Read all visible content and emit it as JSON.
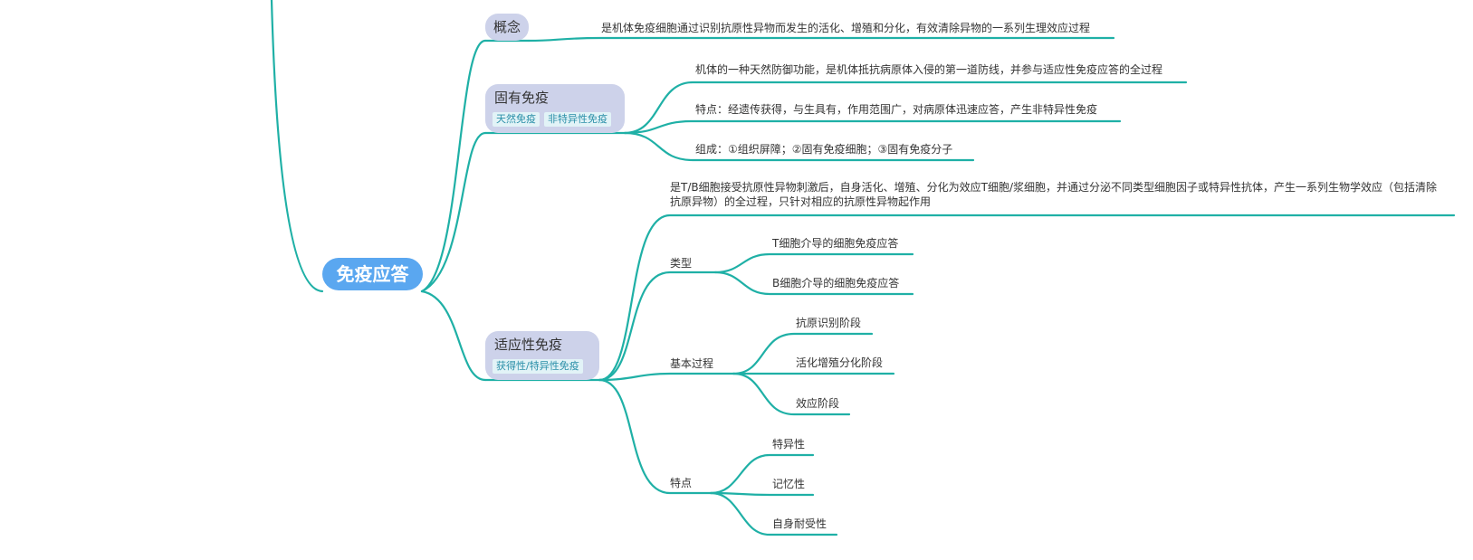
{
  "root": {
    "label": "免疫应答"
  },
  "concept": {
    "label": "概念",
    "text": "是机体免疫细胞通过识别抗原性异物而发生的活化、增殖和分化，有效清除异物的一系列生理效应过程"
  },
  "innate": {
    "label": "固有免疫",
    "tags": [
      "天然免疫",
      "非特异性免疫"
    ],
    "children": [
      "机体的一种天然防御功能，是机体抵抗病原体入侵的第一道防线，并参与适应性免疫应答的全过程",
      "特点：经遗传获得，与生具有，作用范围广，对病原体迅速应答，产生非特异性免疫",
      "组成：①组织屏障；②固有免疫细胞；③固有免疫分子"
    ]
  },
  "adaptive": {
    "label": "适应性免疫",
    "tags": [
      "获得性/特异性免疫"
    ],
    "definition": "是T/B细胞接受抗原性异物刺激后，自身活化、增殖、分化为效应T细胞/浆细胞，并通过分泌不同类型细胞因子或特异性抗体，产生一系列生物学效应（包括清除抗原异物）的全过程，只针对相应的抗原性异物起作用",
    "types": {
      "label": "类型",
      "children": [
        "T细胞介导的细胞免疫应答",
        "B细胞介导的细胞免疫应答"
      ]
    },
    "process": {
      "label": "基本过程",
      "children": [
        "抗原识别阶段",
        "活化增殖分化阶段",
        "效应阶段"
      ]
    },
    "features": {
      "label": "特点",
      "children": [
        "特异性",
        "记忆性",
        "自身耐受性"
      ]
    }
  },
  "colors": {
    "line": "#1fb0a6",
    "root": "#5aa7f0",
    "branch": "#cdd2ea",
    "tag_bg": "#e2f3f7",
    "tag_text": "#2a8fa8"
  }
}
